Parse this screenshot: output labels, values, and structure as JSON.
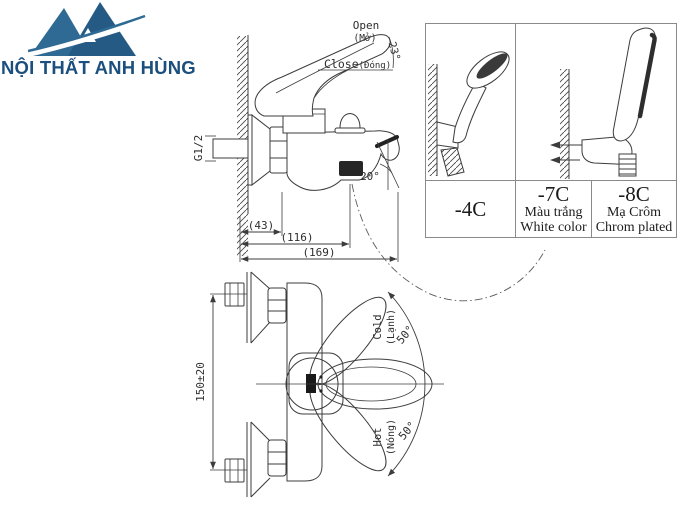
{
  "brand": {
    "name": "NỘI THẤT ANH HÙNG"
  },
  "colors": {
    "logo_blue": "#2e6a94",
    "logo_blue_dark": "#245a84",
    "brand_text": "#1b4f7e",
    "drawing_line": "#3c3c3c",
    "panel_border": "#8a8a8a"
  },
  "side_view": {
    "open_label": "Open",
    "open_sub": "(Mở)",
    "close_label": "Close",
    "close_sub": "(Đóng)",
    "open_angle": "23°",
    "thread_label": "G1/2",
    "spout_angle": "20°",
    "dim_width_1": "(43)",
    "dim_width_2": "(116)",
    "dim_width_3": "(169)"
  },
  "top_view": {
    "height_dim": "150±20",
    "cold_label": "Cold",
    "cold_sub": "(Lạnh)",
    "hot_label": "Hot",
    "hot_sub": "(Nóng)",
    "swing_cold": "50°",
    "swing_hot": "50°"
  },
  "variants": {
    "items": [
      {
        "code": "-4C",
        "line1": "",
        "line2": ""
      },
      {
        "code": "-7C",
        "line1": "Màu trắng",
        "line2": "White color"
      },
      {
        "code": "-8C",
        "line1": "Mạ Crôm",
        "line2": "Chrom plated"
      }
    ]
  }
}
